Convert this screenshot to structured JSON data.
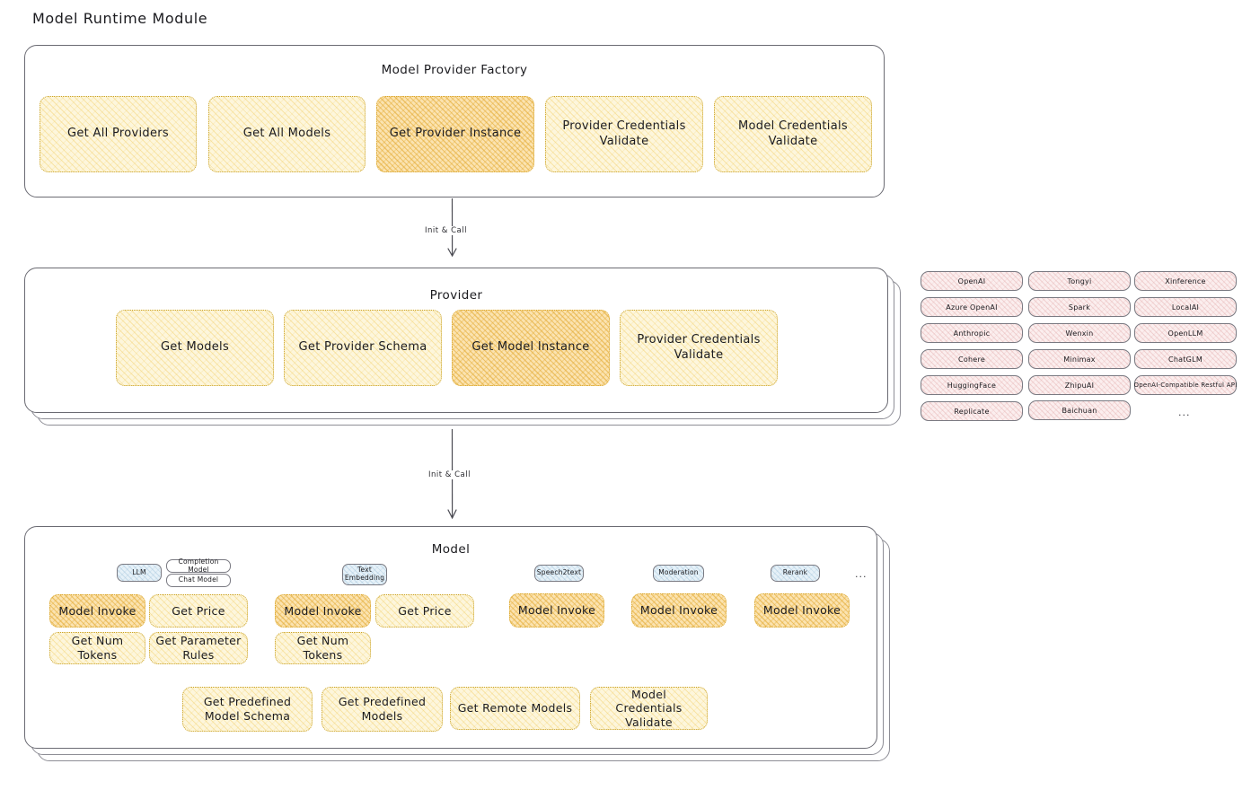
{
  "title": "Model Runtime Module",
  "colors": {
    "accent_yellow_light": "#fdf6dc",
    "accent_yellow_strong": "#fbe3b0",
    "accent_pink": "#fbeeee",
    "accent_blue": "#e6f1f8",
    "stroke": "#6b6b73"
  },
  "factory": {
    "title": "Model Provider Factory",
    "boxes": [
      {
        "label": "Get All Providers",
        "highlight": false
      },
      {
        "label": "Get All Models",
        "highlight": false
      },
      {
        "label": "Get Provider Instance",
        "highlight": true
      },
      {
        "label": "Provider Credentials Validate",
        "highlight": false
      },
      {
        "label": "Model Credentials Validate",
        "highlight": false
      }
    ]
  },
  "arrow1": {
    "label": "Init & Call"
  },
  "provider": {
    "title": "Provider",
    "boxes": [
      {
        "label": "Get Models",
        "highlight": false
      },
      {
        "label": "Get Provider Schema",
        "highlight": false
      },
      {
        "label": "Get Model Instance",
        "highlight": true
      },
      {
        "label": "Provider Credentials Validate",
        "highlight": false
      }
    ]
  },
  "provider_list": {
    "columns": [
      [
        "OpenAI",
        "Azure OpenAI",
        "Anthropic",
        "Cohere",
        "HuggingFace",
        "Replicate"
      ],
      [
        "Tongyi",
        "Spark",
        "Wenxin",
        "Minimax",
        "ZhipuAI",
        "Baichuan"
      ],
      [
        "Xinference",
        "LocalAI",
        "OpenLLM",
        "ChatGLM",
        "OpenAI-Compatible Restful API"
      ]
    ],
    "more": "..."
  },
  "arrow2": {
    "label": "Init & Call"
  },
  "model": {
    "title": "Model",
    "more": "...",
    "types": [
      {
        "name": "LLM",
        "style": "blue",
        "subtags": [
          {
            "name": "Completion Model",
            "style": "white"
          },
          {
            "name": "Chat Model",
            "style": "white"
          }
        ]
      },
      {
        "name": "Text Embedding",
        "style": "blue",
        "subtags": []
      },
      {
        "name": "Speech2text",
        "style": "blue",
        "subtags": []
      },
      {
        "name": "Moderation",
        "style": "blue",
        "subtags": []
      },
      {
        "name": "Rerank",
        "style": "blue",
        "subtags": []
      }
    ],
    "groups": [
      {
        "type": "LLM",
        "methods": [
          {
            "label": "Model Invoke",
            "highlight": true
          },
          {
            "label": "Get Price",
            "highlight": false
          },
          {
            "label": "Get Num Tokens",
            "highlight": false
          },
          {
            "label": "Get Parameter Rules",
            "highlight": false
          }
        ]
      },
      {
        "type": "Text Embedding",
        "methods": [
          {
            "label": "Model Invoke",
            "highlight": true
          },
          {
            "label": "Get Price",
            "highlight": false
          },
          {
            "label": "Get Num Tokens",
            "highlight": false
          }
        ]
      },
      {
        "type": "Speech2text",
        "methods": [
          {
            "label": "Model Invoke",
            "highlight": true
          }
        ]
      },
      {
        "type": "Moderation",
        "methods": [
          {
            "label": "Model Invoke",
            "highlight": true
          }
        ]
      },
      {
        "type": "Rerank",
        "methods": [
          {
            "label": "Model Invoke",
            "highlight": true
          }
        ]
      }
    ],
    "common_methods": [
      {
        "label": "Get Predefined Model Schema"
      },
      {
        "label": "Get Predefined Models"
      },
      {
        "label": "Get Remote Models"
      },
      {
        "label": "Model Credentials Validate"
      }
    ]
  }
}
